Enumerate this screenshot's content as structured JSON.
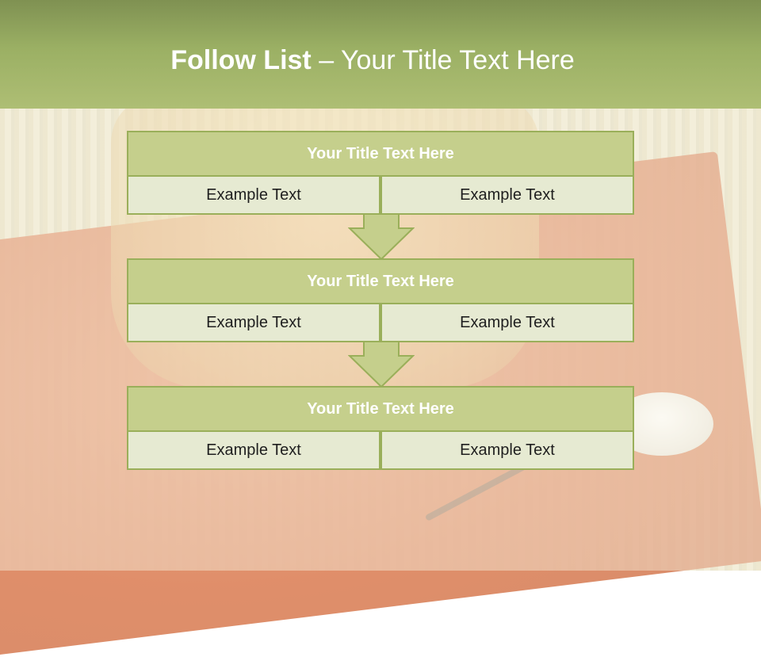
{
  "header": {
    "title_bold": "Follow List",
    "title_rest": " – Your Title Text Here"
  },
  "blocks": [
    {
      "title": "Your Title Text Here",
      "left": "Example Text",
      "right": "Example Text"
    },
    {
      "title": "Your Title Text Here",
      "left": "Example Text",
      "right": "Example Text"
    },
    {
      "title": "Your Title Text Here",
      "left": "Example Text",
      "right": "Example Text"
    }
  ],
  "colors": {
    "header_green": "#9bb064",
    "title_fill": "#c5cf8c",
    "cell_fill": "#e6ead2",
    "border_green": "#9aaf5a"
  }
}
